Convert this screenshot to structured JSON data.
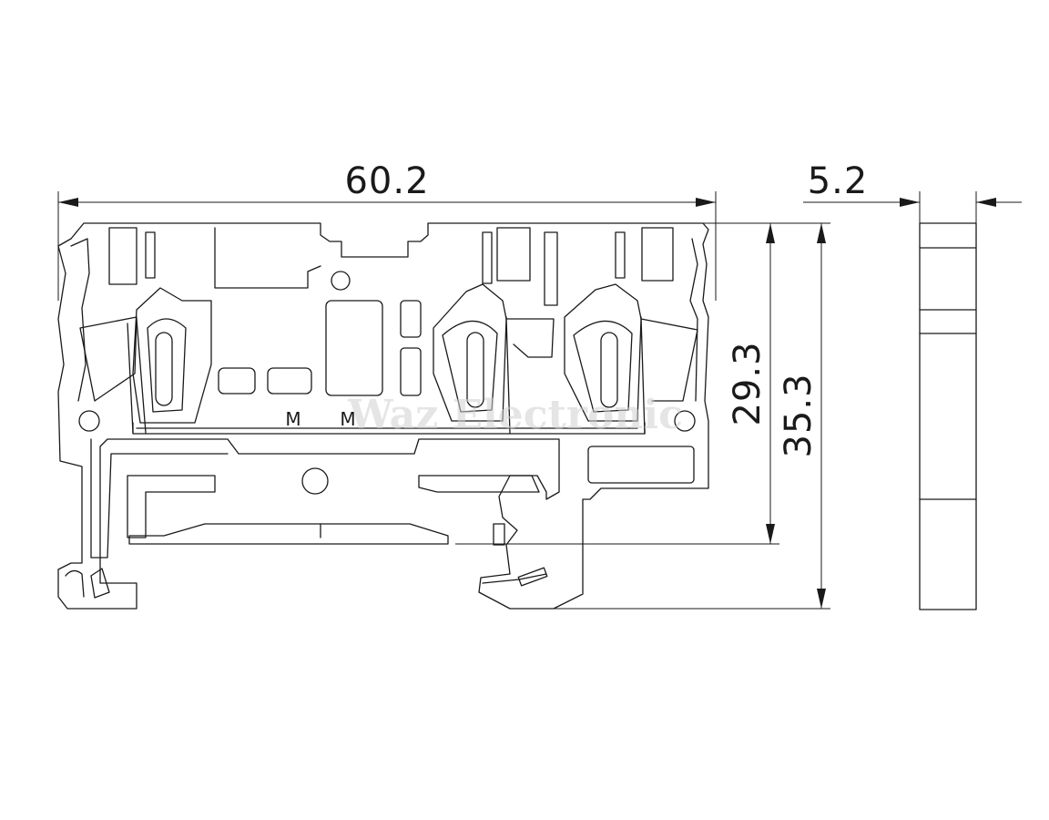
{
  "dimensions": {
    "width_total": "60.2",
    "thickness": "5.2",
    "height_to_rail": "29.3",
    "height_total": "35.3"
  },
  "marks": {
    "left": "M",
    "right": "M"
  },
  "watermark": "Waz Electronic",
  "colors": {
    "line": "#1a1a1a",
    "background": "#ffffff"
  }
}
